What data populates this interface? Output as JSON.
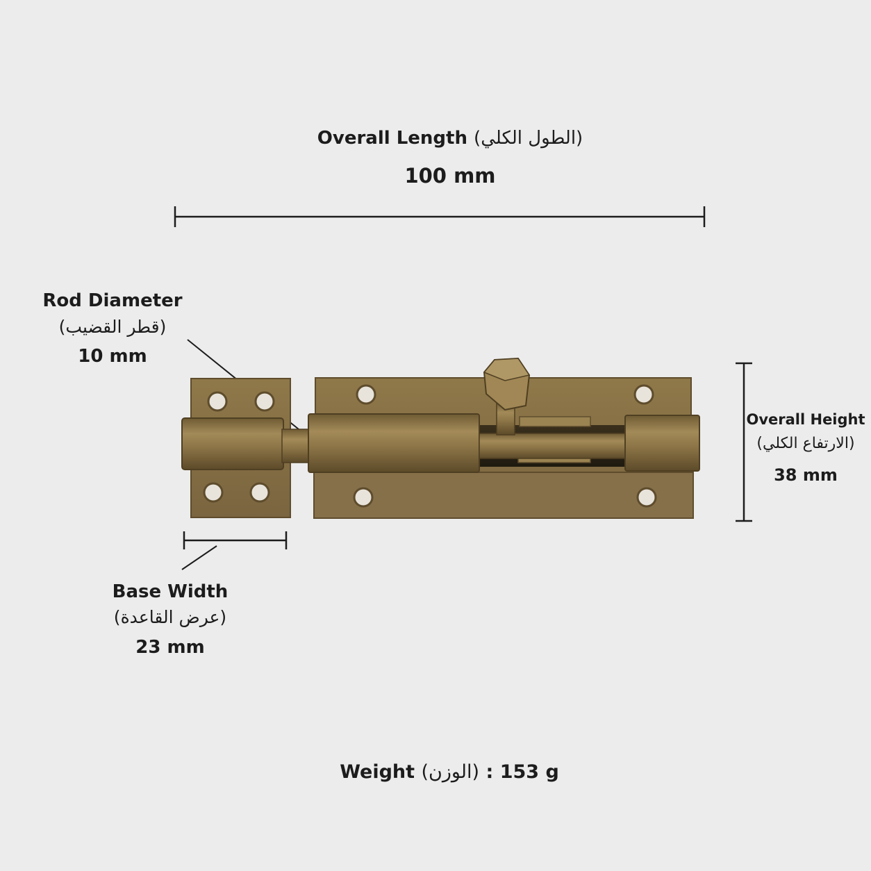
{
  "overall_length": {
    "label": "Overall Length",
    "label_ar": "(الطول الكلي)",
    "value": "100 mm"
  },
  "rod_diameter": {
    "label": "Rod Diameter",
    "label_ar": "(قطر القضيب)",
    "value": "10 mm"
  },
  "base_width": {
    "label": "Base Width",
    "label_ar": "(عرض القاعدة)",
    "value": "23 mm"
  },
  "overall_height": {
    "label": "Overall Height",
    "label_ar": "(الارتفاع الكلي)",
    "value": "38 mm"
  },
  "weight": {
    "label": "Weight",
    "label_ar": "(الوزن)",
    "separator": ":",
    "value": "153 g"
  },
  "colors": {
    "background": "#ececec",
    "brass": "#8a7346",
    "brass_dark": "#5e4c2c",
    "line": "#1c1c1c"
  }
}
